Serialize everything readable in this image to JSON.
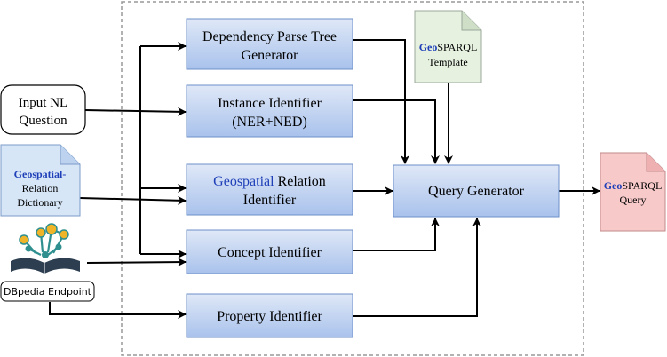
{
  "colors": {
    "box_top": "#dfe8f7",
    "box_bottom": "#a9c2ec",
    "box_stroke": "#6d8fca",
    "dashed_border": "#999999",
    "geo_blue": "#1f3fb8",
    "template_fill": "#e6f1e0",
    "query_fill": "#f7c9c9",
    "dict_fill": "#d7e6f7"
  },
  "input": {
    "line1": "Input NL",
    "line2": "Question"
  },
  "dictionary": {
    "line1_geo": "Geospatial-",
    "line2": "Relation",
    "line3": "Dictionary"
  },
  "dbpedia": {
    "label": "DBpedia Endpoint",
    "icon": "knowledge-graph-book-icon"
  },
  "modules": {
    "dependency": {
      "line1": "Dependency Parse Tree",
      "line2": "Generator"
    },
    "instance": {
      "line1": "Instance Identifier",
      "line2": "(NER+NED)"
    },
    "geospatial": {
      "line1_geo": "Geospatial",
      "line1_rest": " Relation",
      "line2": "Identifier"
    },
    "concept": {
      "label": "Concept Identifier"
    },
    "property": {
      "label": "Property Identifier"
    }
  },
  "query_generator": {
    "label": "Query Generator"
  },
  "template": {
    "line1_geo": "Geo",
    "line1_rest": "SPARQL",
    "line2": "Template"
  },
  "output": {
    "line1_geo": "Geo",
    "line1_rest": "SPARQL",
    "line2": "Query"
  }
}
